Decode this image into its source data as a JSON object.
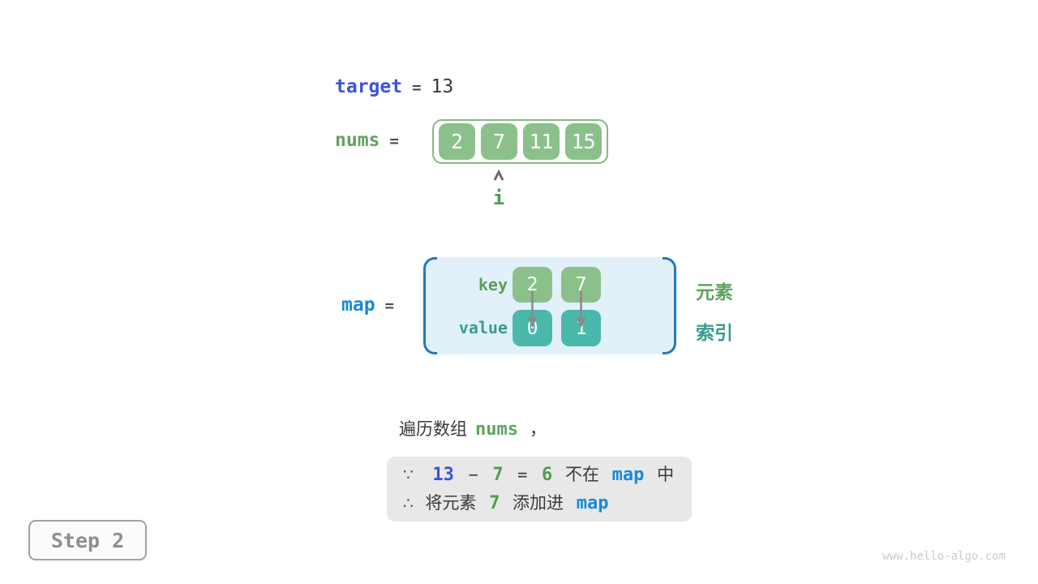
{
  "colors": {
    "royal_blue": "#3B52DB",
    "azure_blue": "#1989D8",
    "bracket_blue": "#2478BF",
    "green_text": "#60A360",
    "green_cell_fill": "#8BC08B",
    "teal_cell_fill": "#4BB8AC",
    "teal_text": "#399C92",
    "dark_text": "#3A3A3A",
    "arrow_gray": "#8A8A8A",
    "note_box_bg": "#E8E8E8",
    "map_box_bg": "#E2F0FA"
  },
  "variables": {
    "target": {
      "label": "target",
      "equals": "=",
      "value": "13"
    },
    "nums": {
      "label": "nums",
      "equals": "=",
      "values": [
        "2",
        "7",
        "11",
        "15"
      ]
    },
    "pointer": {
      "label": "i"
    },
    "map": {
      "label": "map",
      "equals": "=",
      "key_label": "key",
      "value_label": "value",
      "entries": [
        {
          "key": "2",
          "value": "0"
        },
        {
          "key": "7",
          "value": "1"
        }
      ],
      "element_label": "元素",
      "index_label": "索引"
    }
  },
  "caption": {
    "prefix": "遍历数组",
    "code": "nums",
    "comma": "，"
  },
  "note": {
    "because_symbol": "∵",
    "therefore_symbol": "∴",
    "line1": {
      "minuend": "13",
      "minus": "−",
      "subtrahend": "7",
      "equals": "=",
      "difference": "6",
      "not_in": "不在",
      "map": "map",
      "suffix": "中"
    },
    "line2": {
      "prefix": "将元素",
      "element": "7",
      "middle": "添加进",
      "map": "map"
    }
  },
  "step_badge": "Step 2",
  "watermark": "www.hello-algo.com"
}
